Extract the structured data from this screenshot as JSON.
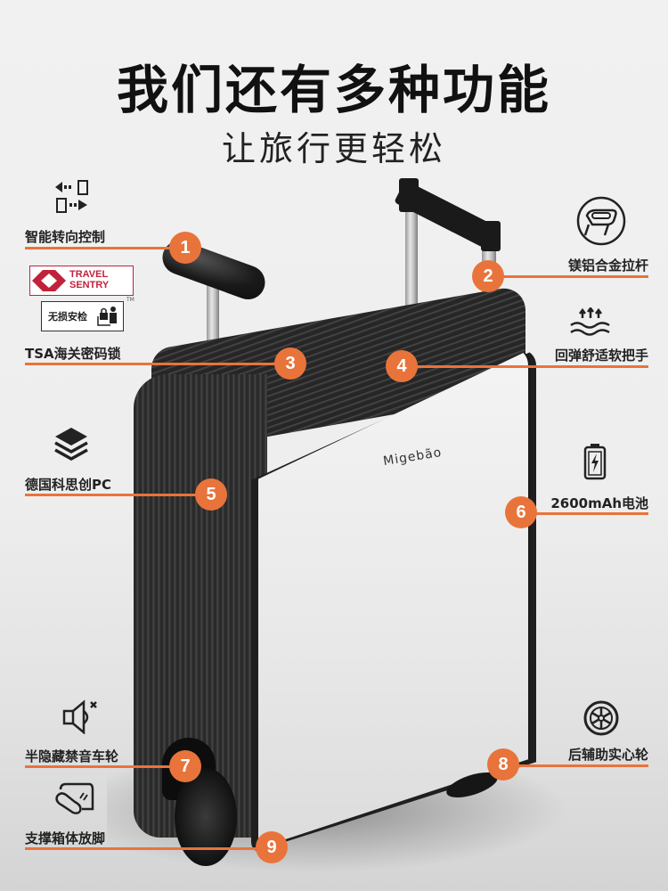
{
  "header": {
    "title": "我们还有多种功能",
    "subtitle": "让旅行更轻松"
  },
  "product": {
    "brand": "Migebão"
  },
  "accent_color": "#e8743b",
  "features": [
    {
      "number": "1",
      "label": "智能转向控制",
      "icon": "steering-arrows-icon",
      "side": "left"
    },
    {
      "number": "2",
      "label": "镁铝合金拉杆",
      "icon": "handle-bar-icon",
      "side": "right"
    },
    {
      "number": "3",
      "label": "TSA海关密码锁",
      "icon": "travel-sentry-logo",
      "side": "left"
    },
    {
      "number": "4",
      "label": "回弹舒适软把手",
      "icon": "rebound-waves-icon",
      "side": "right"
    },
    {
      "number": "5",
      "label": "德国科思创PC",
      "icon": "layers-icon",
      "side": "left"
    },
    {
      "number": "6",
      "label": "2600mAh电池",
      "icon": "battery-charging-icon",
      "side": "right"
    },
    {
      "number": "7",
      "label": "半隐藏禁音车轮",
      "icon": "mute-speaker-icon",
      "side": "left"
    },
    {
      "number": "8",
      "label": "后辅助实心轮",
      "icon": "wheel-icon",
      "side": "right"
    },
    {
      "number": "9",
      "label": "支撑箱体放脚",
      "icon": "foot-support-icon",
      "side": "left"
    }
  ],
  "travel_sentry": {
    "line1": "TRAVEL",
    "line2": "SENTRY",
    "tm": "TM",
    "inspection_label": "无损安检"
  }
}
